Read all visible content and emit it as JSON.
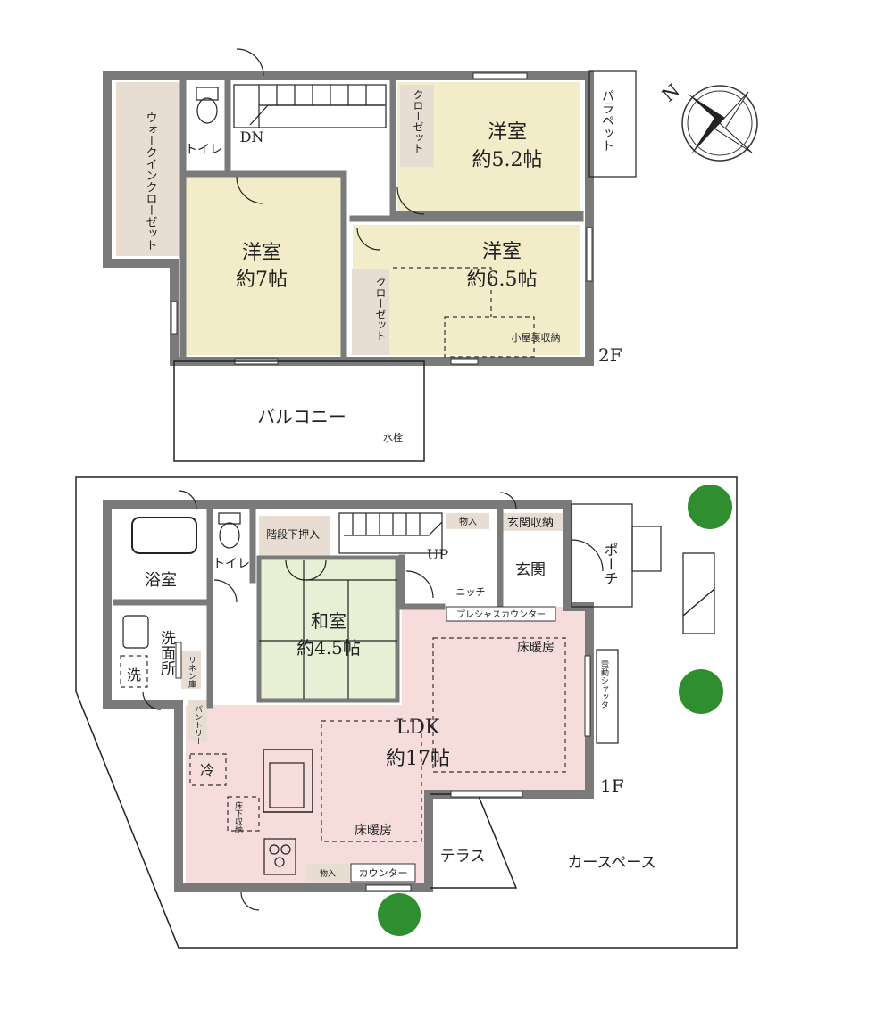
{
  "compass": {
    "north_label": "N"
  },
  "floor2": {
    "floor_label": "2F",
    "rooms": {
      "bedroom_a": {
        "name": "洋室",
        "size": "約5.2帖"
      },
      "bedroom_b": {
        "name": "洋室",
        "size": "約7帖"
      },
      "bedroom_c": {
        "name": "洋室",
        "size": "約6.5帖"
      }
    },
    "walkin_closet": "ウォークインクローゼット",
    "toilet": "トイレ",
    "stairs_down": "DN",
    "closet_a": "クローゼット",
    "closet_b": "クローゼット",
    "parapet": "パラペット",
    "attic_storage": "小屋裏収納",
    "balcony": "バルコニー",
    "water_tap": "水栓"
  },
  "floor1": {
    "floor_label": "1F",
    "bath": "浴室",
    "toilet": "トイレ",
    "under_stairs_storage": "階段下押入",
    "stairs_up": "UP",
    "storage_small": "物入",
    "entrance_storage": "玄関収納",
    "entrance": "玄関",
    "porch": "ポーチ",
    "niche": "ニッチ",
    "precious_counter": "プレシャスカウンター",
    "washroom": "洗面所",
    "washer": "洗",
    "linen": "リネン庫",
    "pantry": "パントリー",
    "fridge": "冷",
    "japanese_room": {
      "name": "和室",
      "size": "約4.5帖"
    },
    "floor_heating_1": "床暖房",
    "floor_heating_2": "床暖房",
    "ldk": {
      "name": "LDK",
      "size": "約17帖"
    },
    "electric_shutter": "電動シャッター",
    "underfloor_storage": "床下収納",
    "storage_kitchen": "物入",
    "counter": "カウンター",
    "terrace": "テラス",
    "car_space": "カースペース"
  }
}
